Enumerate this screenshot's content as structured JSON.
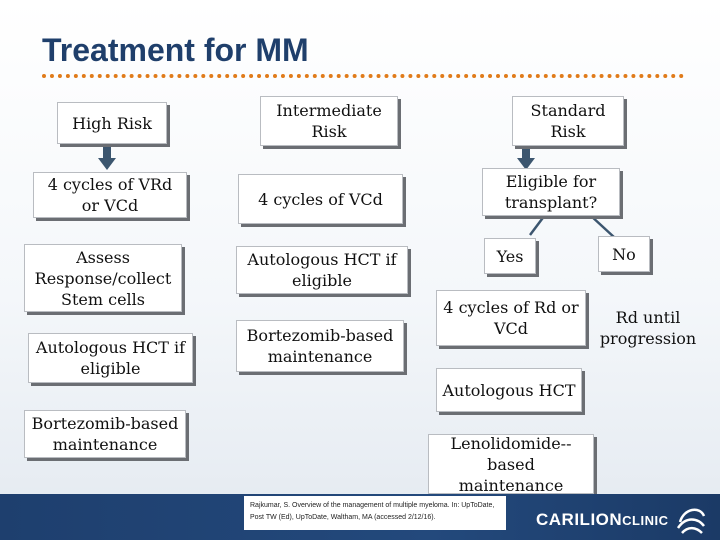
{
  "title": "Treatment for MM",
  "left_column": {
    "header": "High Risk",
    "step1": "4 cycles of VRd or VCd",
    "step2": "Assess Response/collect Stem cells",
    "step3": "Autologous HCT if eligible",
    "step4": "Bortezomib-based maintenance"
  },
  "middle_column": {
    "header": "Intermediate Risk",
    "step1": "4 cycles of VCd",
    "step2": "Autologous HCT if eligible",
    "step3": "Bortezomib-based maintenance"
  },
  "right_column": {
    "header": "Standard Risk",
    "question": "Eligible for transplant?",
    "yes_label": "Yes",
    "no_label": "No",
    "yes_step1": "4 cycles of Rd or VCd",
    "yes_step2": "Autologous HCT",
    "yes_step3": "Lenolidomide--based maintenance",
    "no_step1": "Rd until progression"
  },
  "footer": {
    "citation": "Rajkumar, S. Overview of the management of multiple myeloma. In: UpToDate, Post TW (Ed), UpToDate, Waltham, MA (accessed 2/12/16).",
    "logo_main": "CARILION",
    "logo_sub": "CLINIC"
  },
  "colors": {
    "title": "#1f3f6b",
    "accent_rule": "#e07b1a",
    "arrow": "#3c566f",
    "footer": "#1e3f6e"
  }
}
